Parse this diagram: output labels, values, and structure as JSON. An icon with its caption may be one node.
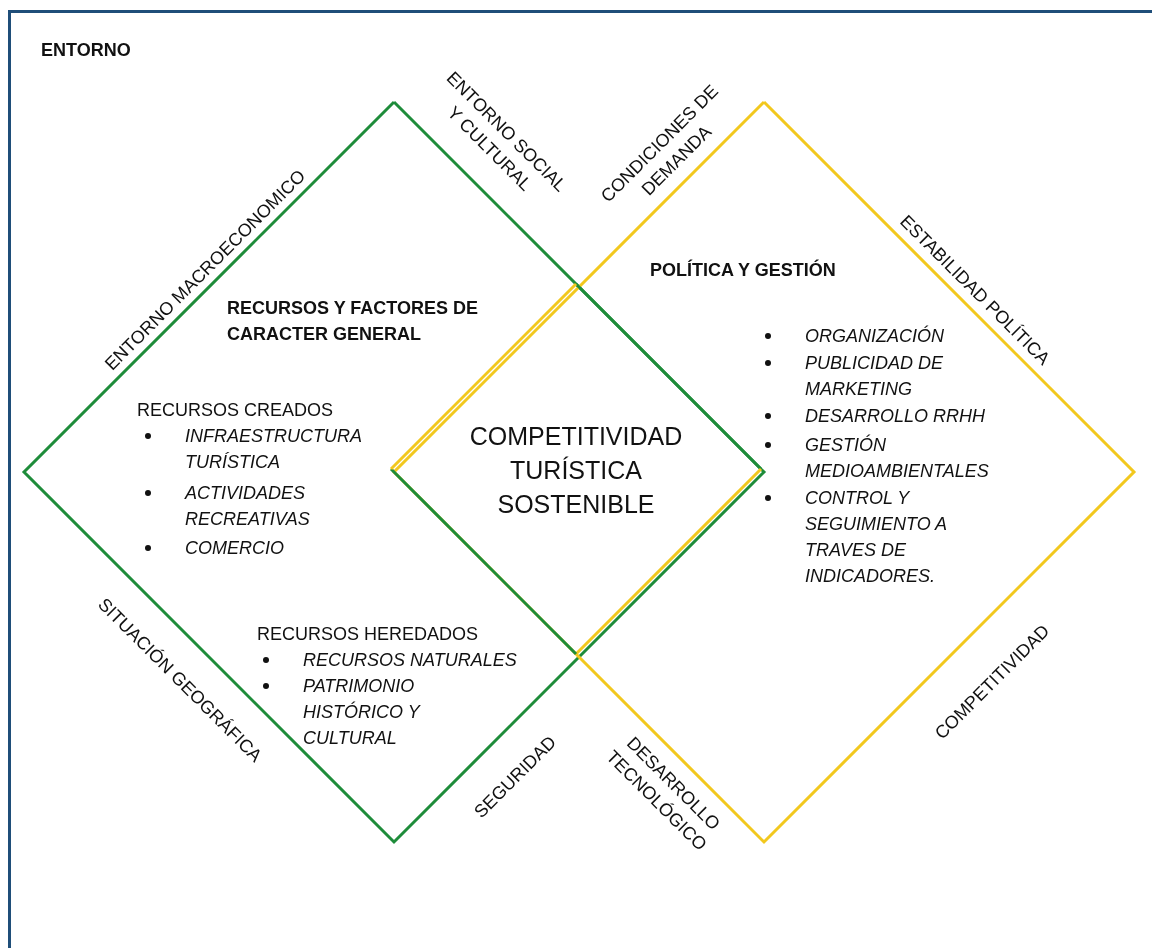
{
  "diagram": {
    "nodes": [
      {
        "text": [
          "ENTORNO"
        ]
      },
      {
        "text": [
          "RECURSOS Y FACTORES DE CARACTER GENERAL",
          "RECURSOS CREADOS",
          "INFRAESTRUCTURA TURÍSTICA",
          "ACTIVIDADES RECREATIVAS",
          "COMERCIO",
          "RECURSOS HEREDADOS",
          "RECURSOS NATURALES",
          "PATRIMONIO HISTÓRICO Y CULTURAL"
        ],
        "in": 0
      },
      {
        "text": [
          "POLÍTICA Y GESTIÓN",
          "ORGANIZACIÓN",
          "PUBLICIDAD DE MARKETING",
          "DESARROLLO RRHH",
          "GESTIÓN MEDIOAMBIENTALES",
          "CONTROL Y SEGUIMIENTO A TRAVES DE INDICADORES."
        ],
        "in": 0
      },
      {
        "text": [
          "COMPETITIVIDAD TURÍSTICA SOSTENIBLE"
        ]
      }
    ],
    "edges": [],
    "labels": [
      "ENTORNO SOCIAL Y CULTURAL",
      "CONDICIONES DE DEMANDA",
      "ENTORNO MACROECONOMICO",
      "ESTABILIDAD POLÍTICA",
      "COMPETITIVIDAD",
      "SITUACIÓN GEOGRÁFICA",
      "SEGURIDAD",
      "DESARROLLO TECNOLÓGICO"
    ]
  }
}
